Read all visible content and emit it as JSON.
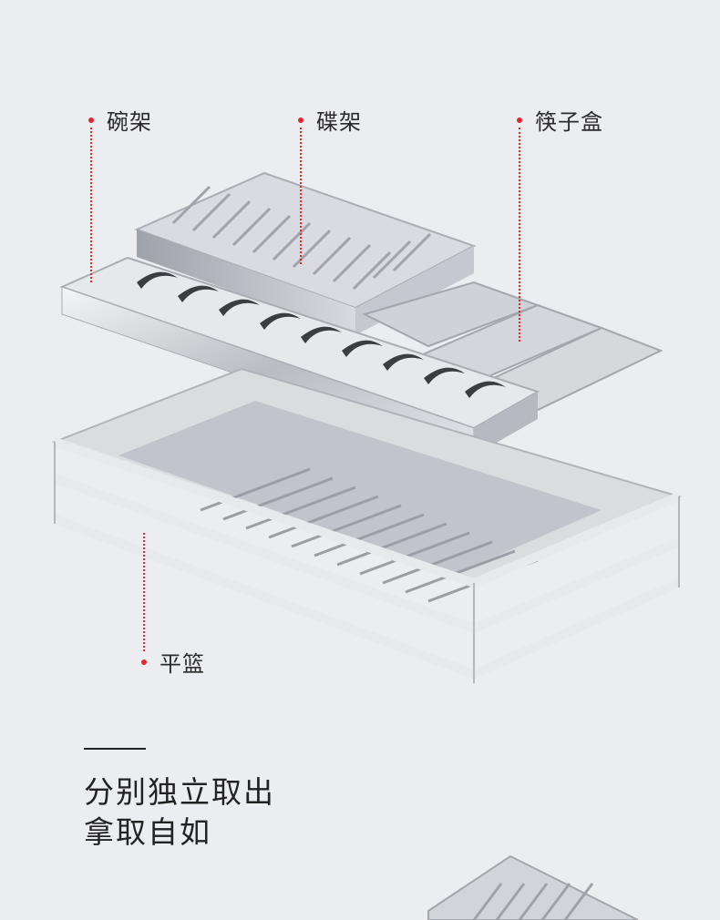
{
  "callouts": {
    "bowl_rack": "碗架",
    "dish_rack": "碟架",
    "chopstick_box": "筷子盒",
    "flat_basket": "平篮"
  },
  "headline": {
    "line1": "分别独立取出",
    "line2": "拿取自如"
  },
  "colors": {
    "accent": "#e0262b",
    "background": "#ecedf0",
    "steel": "#c9cbd0"
  }
}
